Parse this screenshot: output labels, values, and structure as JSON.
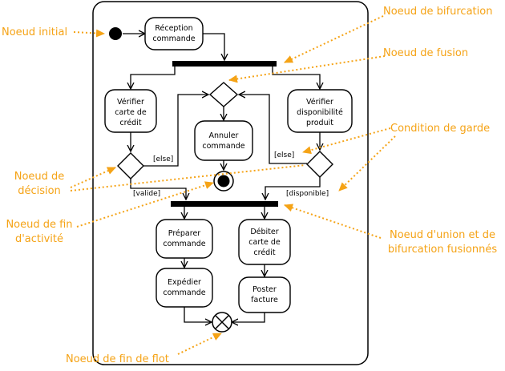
{
  "colors": {
    "annotation": "#f5a316",
    "line": "#000000",
    "background": "#ffffff"
  },
  "actions": {
    "reception": [
      "Réception",
      "commande"
    ],
    "verifier_carte": [
      "Vérifier",
      "carte de",
      "crédit"
    ],
    "annuler": [
      "Annuler",
      "commande"
    ],
    "verifier_dispo": [
      "Vérifier",
      "disponibilité",
      "produit"
    ],
    "preparer": [
      "Préparer",
      "commande"
    ],
    "debiter": [
      "Débiter",
      "carte de",
      "crédit"
    ],
    "expedier": [
      "Expédier",
      "commande"
    ],
    "poster": [
      "Poster",
      "facture"
    ]
  },
  "guards": {
    "else_left": "[else]",
    "valide": "[valide]",
    "else_right": "[else]",
    "disponible": "[disponible]"
  },
  "annotations": {
    "initial": "Noeud initial",
    "bifurcation": "Noeud de bifurcation",
    "fusion": "Noeud de fusion",
    "garde": "Condition de garde",
    "decision": [
      "Noeud de",
      "décision"
    ],
    "fin_activite": [
      "Noeud de fin",
      "d'activité"
    ],
    "union": [
      "Noeud d'union et de",
      "bifurcation fusionnés"
    ],
    "fin_flot": "Noeud de fin de flot"
  }
}
